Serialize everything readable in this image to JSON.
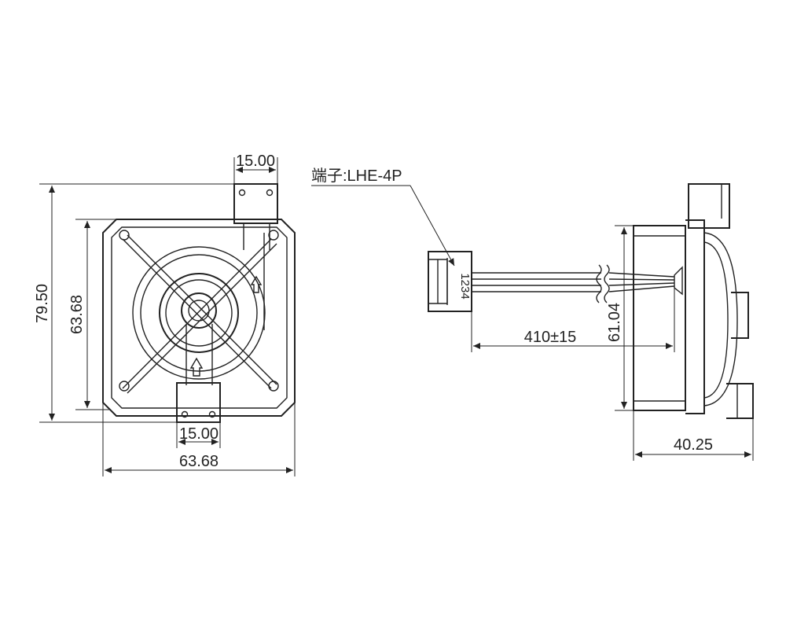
{
  "front_view": {
    "height_overall": "79.50",
    "height_body": "63.68",
    "outlet_top_width": "15.00",
    "outlet_bottom_width": "15.00",
    "width_body": "63.68"
  },
  "side_view": {
    "terminal_label": "端子:LHE-4P",
    "pin_numbers": "1234",
    "cable_length": "410±15",
    "height": "61.04",
    "depth": "40.25"
  }
}
